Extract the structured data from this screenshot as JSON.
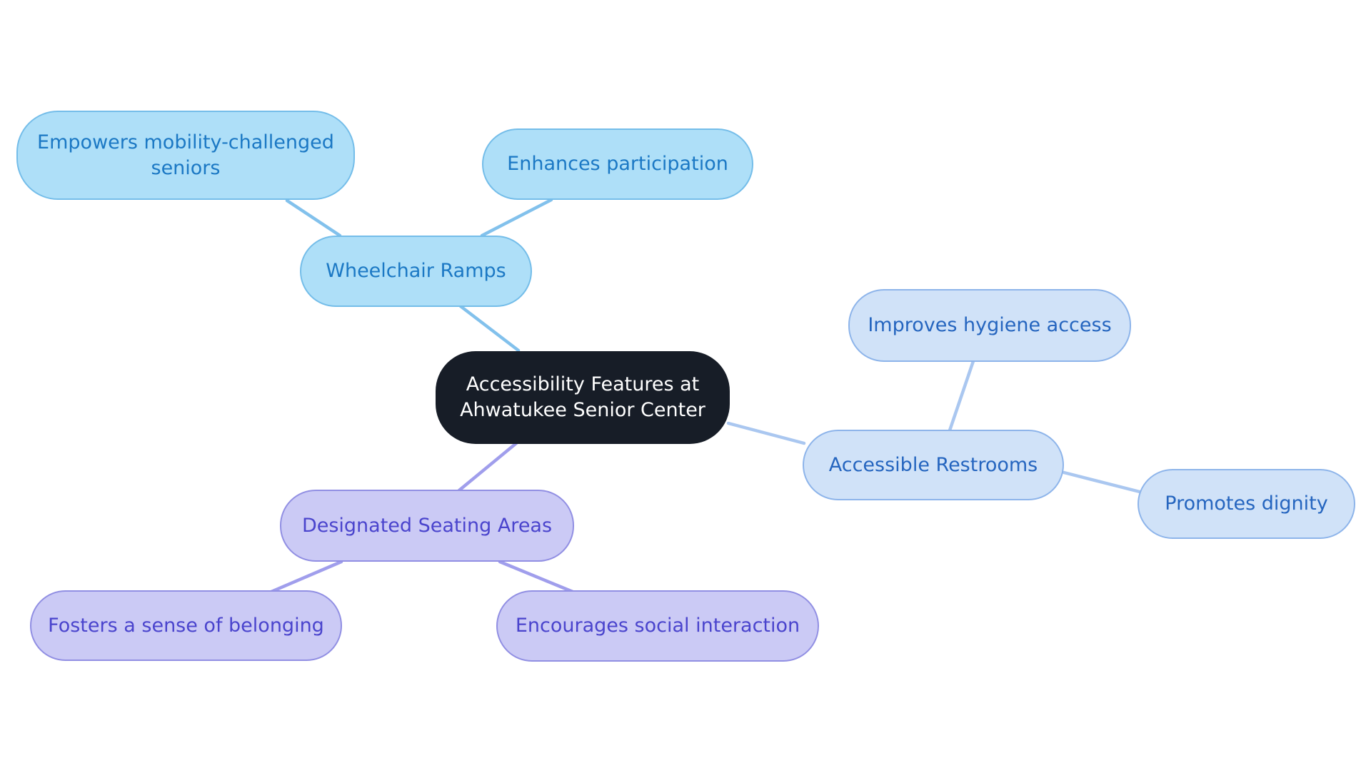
{
  "diagram": {
    "type": "mindmap",
    "background_color": "#ffffff",
    "central": {
      "label": "Accessibility Features at Ahwatukee Senior Center",
      "fill": "#171d27",
      "text_color": "#ffffff"
    },
    "branches": [
      {
        "name": "wheelchair-ramps",
        "label": "Wheelchair Ramps",
        "fill": "#aedff8",
        "border_color": "#74bde9",
        "text_color": "#1b78c4",
        "edge_color": "#82c1ec",
        "children": [
          {
            "label": "Empowers mobility-challenged seniors"
          },
          {
            "label": "Enhances participation"
          }
        ]
      },
      {
        "name": "accessible-restrooms",
        "label": "Accessible Restrooms",
        "fill": "#d0e2f8",
        "border_color": "#8db4ea",
        "text_color": "#2565bf",
        "edge_color": "#aac7f0",
        "children": [
          {
            "label": "Improves hygiene access"
          },
          {
            "label": "Promotes dignity"
          }
        ]
      },
      {
        "name": "designated-seating-areas",
        "label": "Designated Seating Areas",
        "fill": "#cbcaf5",
        "border_color": "#918fe3",
        "text_color": "#4a44cd",
        "edge_color": "#a09eec",
        "children": [
          {
            "label": "Fosters a sense of belonging"
          },
          {
            "label": "Encourages social interaction"
          }
        ]
      }
    ]
  }
}
